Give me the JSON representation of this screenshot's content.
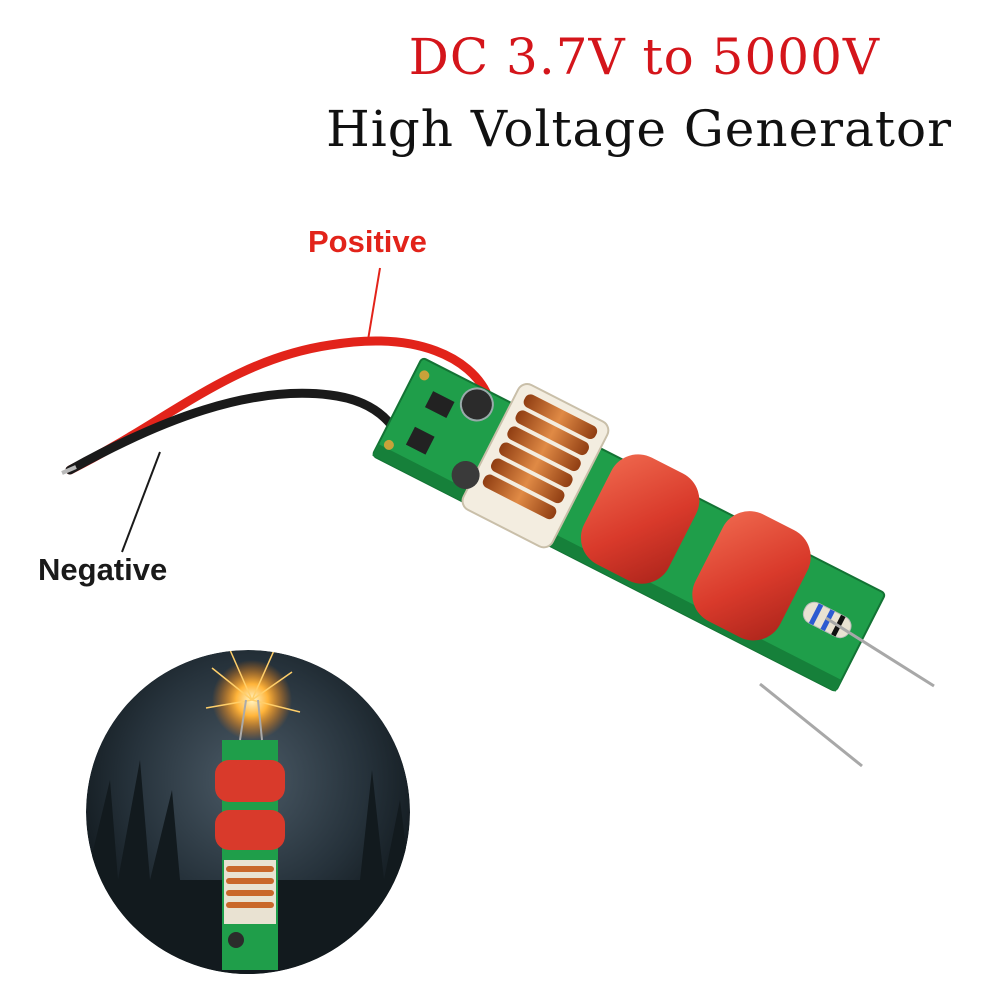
{
  "title": {
    "line1": "DC 3.7V to 5000V",
    "line2": "High Voltage Generator",
    "line1_color": "#d4151b",
    "line2_color": "#111111"
  },
  "labels": {
    "positive": "Positive",
    "negative": "Negative",
    "positive_color": "#e2231a",
    "negative_color": "#1a1a1a"
  },
  "colors": {
    "pcb": "#1f9e4a",
    "capacitor": "#d93a2b",
    "coil": "#c9672a",
    "wire_positive": "#e2231a",
    "wire_negative": "#1a1a1a"
  }
}
